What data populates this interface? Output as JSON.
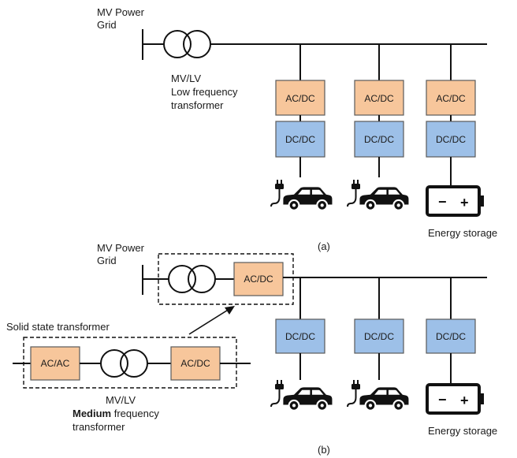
{
  "colors": {
    "acdc_fill": "#f7c69b",
    "dcdc_fill": "#9dc0e8",
    "box_stroke": "#5a5a5a",
    "line": "#111111"
  },
  "panel_a": {
    "grid_label_1": "MV Power",
    "grid_label_2": "Grid",
    "transformer_label_1": "MV/LV",
    "transformer_label_2": "Low frequency",
    "transformer_label_3": "transformer",
    "acdc": "AC/DC",
    "dcdc": "DC/DC",
    "storage_label": "Energy storage",
    "caption": "(a)"
  },
  "panel_b": {
    "grid_label_1": "MV Power",
    "grid_label_2": "Grid",
    "acdc": "AC/DC",
    "acac": "AC/AC",
    "dcdc": "DC/DC",
    "sst_label": "Solid state transformer",
    "transformer_label_1": "MV/LV",
    "transformer_label_bold": "Medium",
    "transformer_label_rest": " frequency",
    "transformer_label_3": "transformer",
    "storage_label": "Energy storage",
    "caption": "(b)"
  },
  "battery": {
    "minus": "−",
    "plus": "+"
  },
  "icons": [
    "transformer-icon",
    "ev-car-icon",
    "plug-icon",
    "battery-icon"
  ]
}
